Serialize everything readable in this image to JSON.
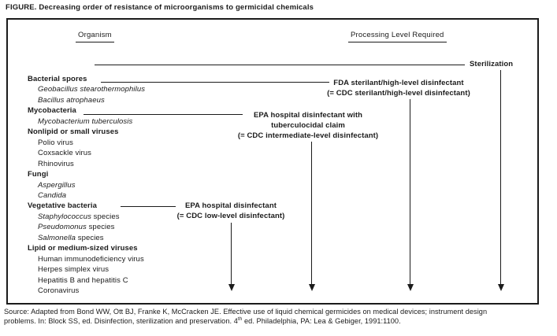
{
  "title": "FIGURE. Decreasing order of resistance of microorganisms to germicidal chemicals",
  "headers": {
    "organism": "Organism",
    "processing": "Processing Level Required"
  },
  "sterilization_label": "Sterilization",
  "organism_rows": [
    {
      "b": "Bacterial spores"
    },
    {
      "i": "Geobacillus stearothermophilus"
    },
    {
      "i": "Bacillus atrophaeus"
    },
    {
      "b": "Mycobacteria"
    },
    {
      "i": "Mycobacterium tuberculosis"
    },
    {
      "b": "Nonlipid or small viruses"
    },
    {
      "r": "Polio virus"
    },
    {
      "r": "Coxsackle virus"
    },
    {
      "r": "Rhinovirus"
    },
    {
      "b": "Fungi"
    },
    {
      "i": "Aspergillus"
    },
    {
      "i": "Candida"
    },
    {
      "b": "Vegetative bacteria"
    },
    {
      "i": "Staphylococcus",
      "r": " species"
    },
    {
      "i": "Pseudomonus",
      "r": " species"
    },
    {
      "i": "Salmonella",
      "r": " species"
    },
    {
      "b": "Lipid or medium-sized viruses"
    },
    {
      "r": "Human immunodeficiency virus"
    },
    {
      "r": "Herpes simplex virus"
    },
    {
      "r": "Hepatitis B and hepatitis C"
    },
    {
      "r": "Coronavirus"
    }
  ],
  "processing_levels": {
    "high": {
      "line1": "FDA sterilant/high-level disinfectant",
      "line2": "(= CDC sterilant/high-level disinfectant)"
    },
    "intermediate": {
      "line1": "EPA hospital disinfectant with",
      "line2": "tuberculocidal claim",
      "line3": "(= CDC intermediate-level disinfectant)"
    },
    "low": {
      "line1": "EPA hospital disinfectant",
      "line2": "(= CDC low-level disinfectant)"
    }
  },
  "source": {
    "line1": "Source: Adapted from Bond WW, Ott BJ, Franke K, McCracken JE. Effective use of liquid chemical germicides on medical devices; instrument design",
    "line2_pre": "problems. In: Block SS, ed. Disinfection, sterilization and preservation. 4",
    "line2_sup": "th",
    "line2_post": " ed. Philadelphia, PA: Lea & Gebiger, 1991:1100."
  },
  "colors": {
    "ink": "#1b1b1b",
    "background": "#ffffff"
  }
}
